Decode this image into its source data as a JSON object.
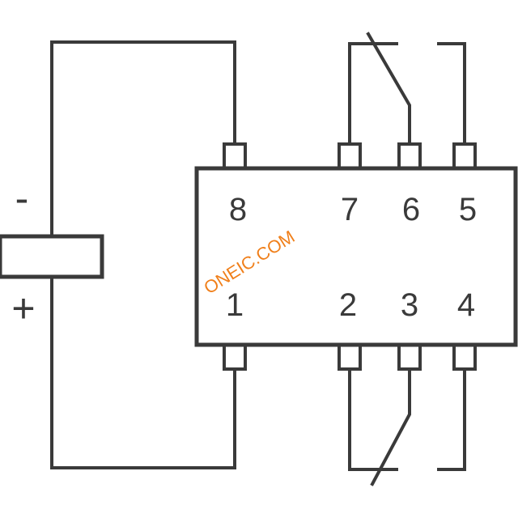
{
  "pins_top": [
    "8",
    "7",
    "6",
    "5"
  ],
  "pins_bottom": [
    "1",
    "2",
    "3",
    "4"
  ],
  "coil": {
    "minus_label": "-",
    "plus_label": "+"
  },
  "watermark": "ONEIC.COM",
  "colors": {
    "line": "#3a3a3a",
    "watermark": "#f07f1a",
    "background": "#ffffff"
  }
}
